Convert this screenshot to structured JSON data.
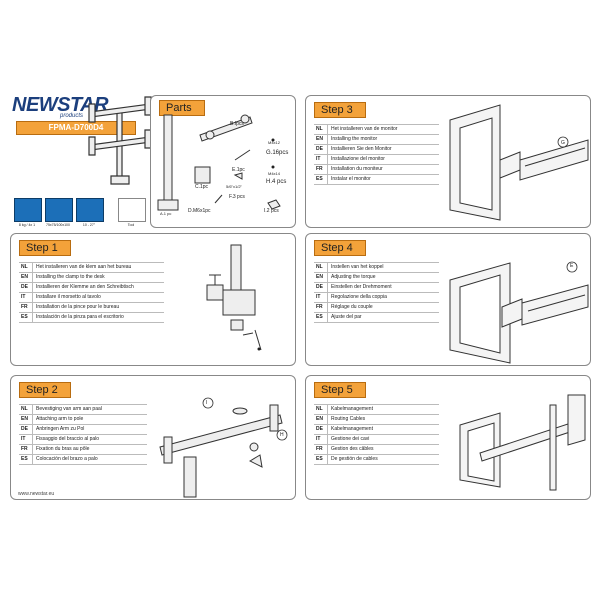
{
  "brand": {
    "logo": "NEWSTAR",
    "logo_sub": "products",
    "model": "FPMA-D700D4"
  },
  "specs": [
    {
      "label": "8 kg / 4x 1"
    },
    {
      "label": "75x75/100x100"
    },
    {
      "label": "10 - 27\""
    },
    {
      "label": "Tool"
    }
  ],
  "parts": {
    "title": "Parts",
    "labels": [
      "B.Ipcs",
      "E.1pc",
      "G.16pcs",
      "C.1pc",
      "H.4 pcs",
      "D.M6x1pc",
      "F.3 pcs",
      "I.2 pcs",
      "A.1 pc",
      "M4x12",
      "M4x14",
      "5/6\"x1/2\""
    ]
  },
  "steps": [
    {
      "title": "Step 1",
      "rows": [
        {
          "code": "NL",
          "text": "Het installeren van de klem aan het bureau"
        },
        {
          "code": "EN",
          "text": "Installing the clamp to the desk"
        },
        {
          "code": "DE",
          "text": "Installieren der Klemme an den Schreibtisch"
        },
        {
          "code": "IT",
          "text": "Installare il morsetto al tavolo"
        },
        {
          "code": "FR",
          "text": "Installation de la pince pour le bureau"
        },
        {
          "code": "ES",
          "text": "Instalación de la pinza para el escritorio"
        }
      ]
    },
    {
      "title": "Step 2",
      "rows": [
        {
          "code": "NL",
          "text": "Bevestiging van arm aan paal"
        },
        {
          "code": "EN",
          "text": "Attaching arm to pole"
        },
        {
          "code": "DE",
          "text": "Anbringen Arm zu Pol"
        },
        {
          "code": "IT",
          "text": "Fissaggio del braccio al palo"
        },
        {
          "code": "FR",
          "text": "Fixation du bras au pôle"
        },
        {
          "code": "ES",
          "text": "Colocación del brazo a palo"
        }
      ]
    },
    {
      "title": "Step 3",
      "rows": [
        {
          "code": "NL",
          "text": "Het installeren van de monitor"
        },
        {
          "code": "EN",
          "text": "Installing the monitor"
        },
        {
          "code": "DE",
          "text": "Installieren Sie den Monitor"
        },
        {
          "code": "IT",
          "text": "Installazione del monitor"
        },
        {
          "code": "FR",
          "text": "Installation du moniteur"
        },
        {
          "code": "ES",
          "text": "Instalar el monitor"
        }
      ]
    },
    {
      "title": "Step 4",
      "rows": [
        {
          "code": "NL",
          "text": "Instellen van het koppel"
        },
        {
          "code": "EN",
          "text": "Adjusting the torque"
        },
        {
          "code": "DE",
          "text": "Einstellen der Drehmoment"
        },
        {
          "code": "IT",
          "text": "Regolazione della coppia"
        },
        {
          "code": "FR",
          "text": "Réglage du couple"
        },
        {
          "code": "ES",
          "text": "Ajuste del par"
        }
      ]
    },
    {
      "title": "Step 5",
      "rows": [
        {
          "code": "NL",
          "text": "Kabelmanagement"
        },
        {
          "code": "EN",
          "text": "Routing Cables"
        },
        {
          "code": "DE",
          "text": "Kabelmanagement"
        },
        {
          "code": "IT",
          "text": "Gestione dei cavi"
        },
        {
          "code": "FR",
          "text": "Gestion des câbles"
        },
        {
          "code": "ES",
          "text": "De gestión de cables"
        }
      ]
    }
  ],
  "callouts": {
    "step2": [
      "I",
      "H"
    ],
    "step3": "G",
    "step4": "E"
  },
  "footer": {
    "url": "www.newstar.eu"
  }
}
